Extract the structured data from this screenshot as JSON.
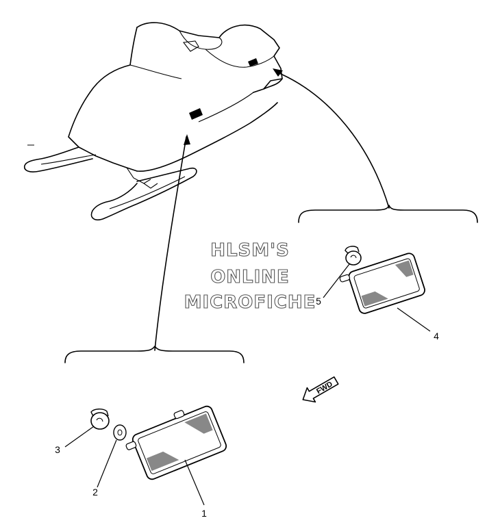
{
  "watermark": {
    "line1": "HLSM'S",
    "line2": "ONLINE",
    "line3": "MICROFICHE"
  },
  "fwd_label": "FWD",
  "callouts": [
    {
      "id": "1",
      "label": "1"
    },
    {
      "id": "2",
      "label": "2"
    },
    {
      "id": "3",
      "label": "3"
    },
    {
      "id": "4",
      "label": "4"
    },
    {
      "id": "5",
      "label": "5"
    }
  ]
}
